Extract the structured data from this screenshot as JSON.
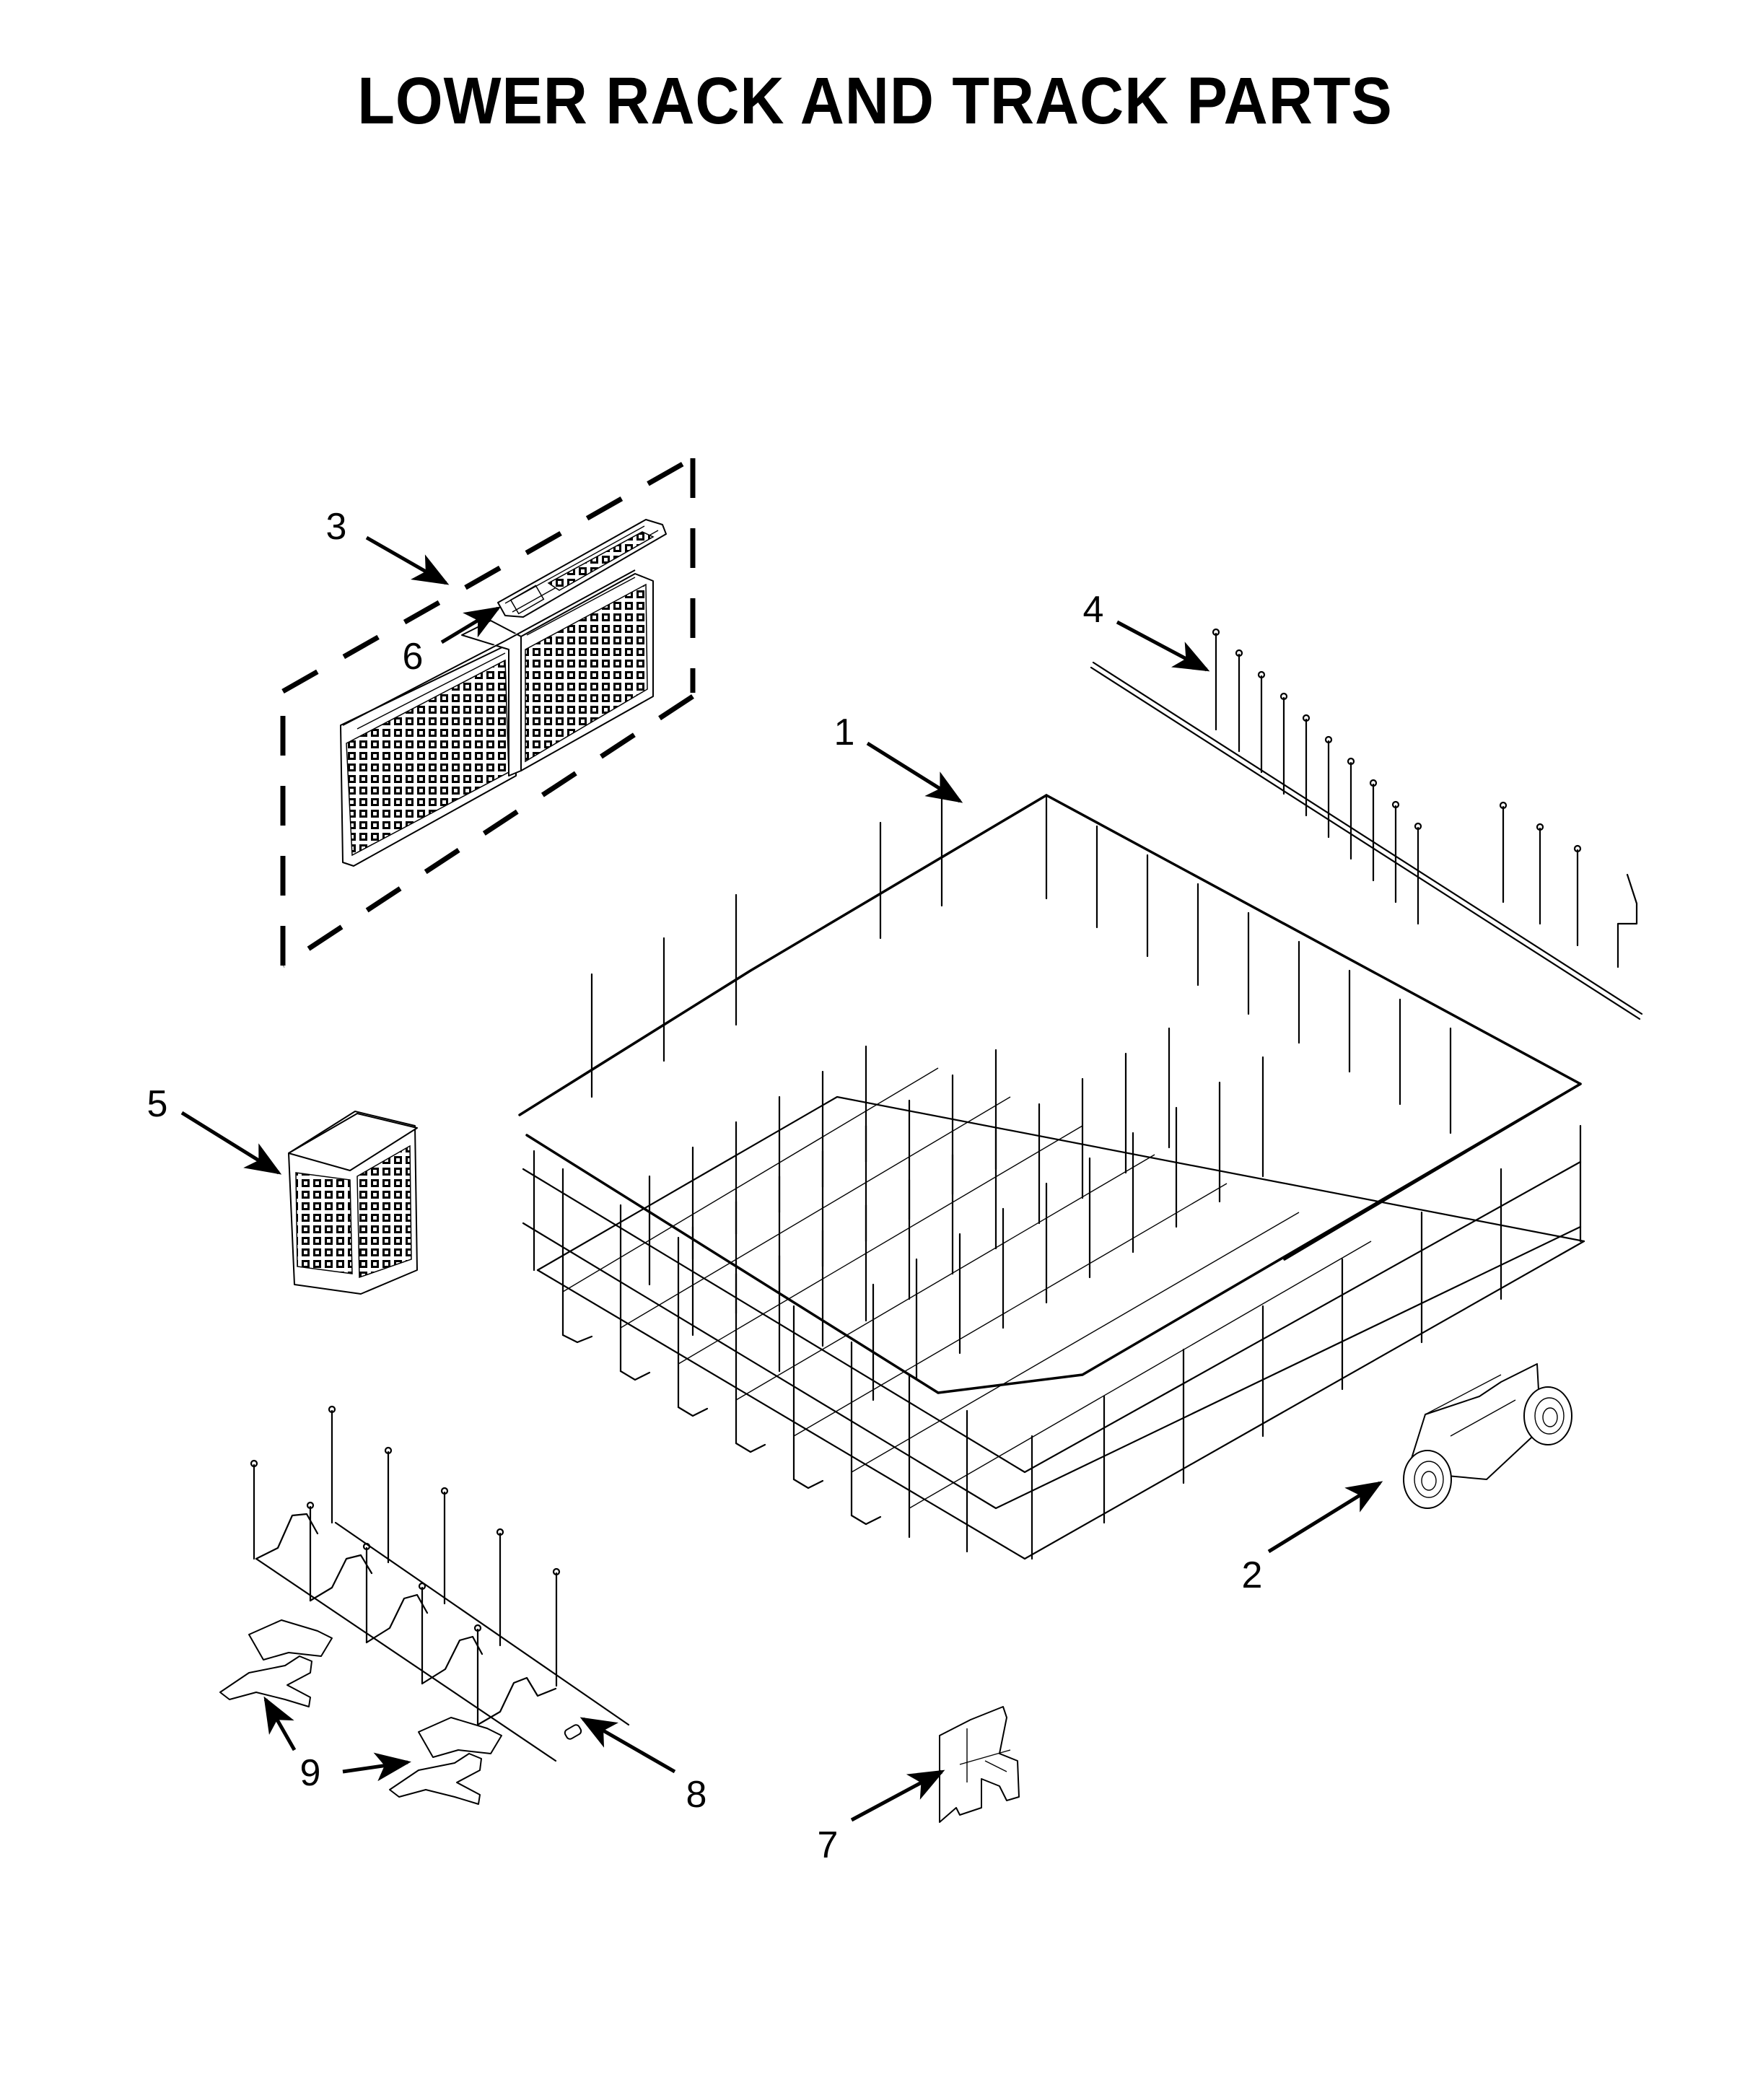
{
  "title": "LOWER RACK AND TRACK PARTS",
  "callouts": [
    {
      "id": "1",
      "label": "1",
      "part": "lower-dishrack"
    },
    {
      "id": "2",
      "label": "2",
      "part": "wheel-assembly"
    },
    {
      "id": "3",
      "label": "3",
      "part": "silverware-basket-assembly"
    },
    {
      "id": "4",
      "label": "4",
      "part": "tine-row"
    },
    {
      "id": "5",
      "label": "5",
      "part": "small-basket"
    },
    {
      "id": "6",
      "label": "6",
      "part": "basket-lid"
    },
    {
      "id": "7",
      "label": "7",
      "part": "track-stop-clip"
    },
    {
      "id": "8",
      "label": "8",
      "part": "fold-down-tine-row"
    },
    {
      "id": "9",
      "label": "9",
      "part": "tine-pivot-clip"
    }
  ],
  "colors": {
    "line": "#000000",
    "background": "#ffffff"
  }
}
